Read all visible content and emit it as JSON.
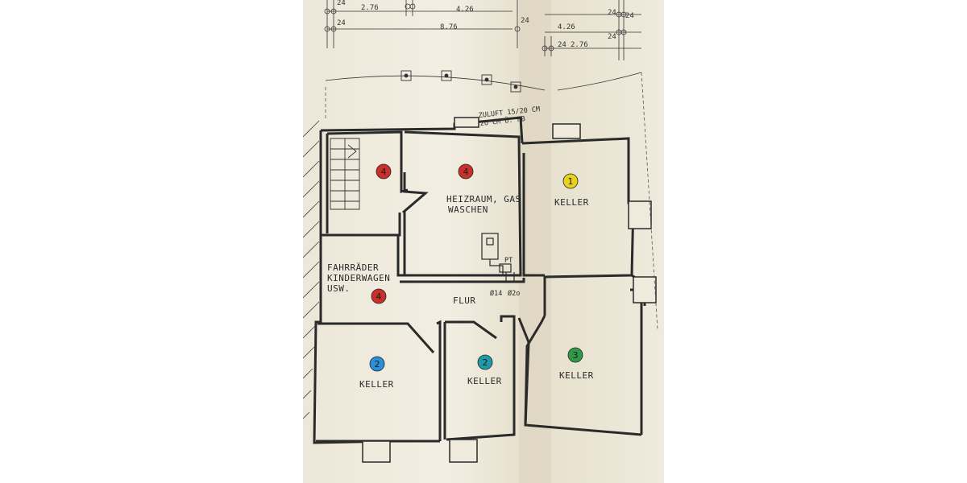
{
  "dimensions": {
    "row1": [
      "24",
      "2.76",
      "4.26",
      "24",
      "24"
    ],
    "row2": [
      "24",
      "8.76",
      "24",
      "4.26",
      "24"
    ],
    "row3": [
      "24",
      "2.76"
    ]
  },
  "annotations": {
    "zuluft_line1": "ZULUFT 15/20 CM",
    "zuluft_line2": "2o CM Ü. FB",
    "pt": "PT",
    "pipe1": "Ø14",
    "pipe2": "Ø2o"
  },
  "rooms": {
    "heizraum_line1": "HEIZRAUM, GAS",
    "heizraum_line2": "WASCHEN",
    "keller_right_top": "KELLER",
    "fahrraeder_line1": "FAHRRÄDER",
    "fahrraeder_line2": "KINDERWAGEN",
    "fahrraeder_line3": "USW.",
    "flur": "FLUR",
    "keller_bottom_left": "KELLER",
    "keller_bottom_mid": "KELLER",
    "keller_bottom_right": "KELLER"
  },
  "badges": [
    {
      "label": "4",
      "color": "#c9302c"
    },
    {
      "label": "4",
      "color": "#c9302c"
    },
    {
      "label": "1",
      "color": "#e8d21e"
    },
    {
      "label": "4",
      "color": "#c9302c"
    },
    {
      "label": "2",
      "color": "#2a8fd6"
    },
    {
      "label": "2",
      "color": "#1f9aa8"
    },
    {
      "label": "3",
      "color": "#2f9a4a"
    }
  ],
  "colors": {
    "ink": "#2a2a2a",
    "paper": "#efeadc"
  }
}
